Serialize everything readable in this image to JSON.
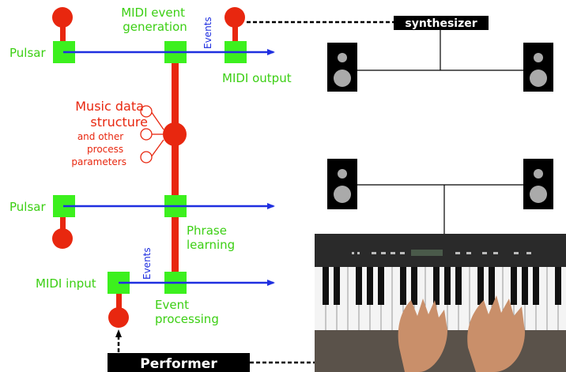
{
  "colors": {
    "node_red": "#e8270f",
    "node_green": "#3cf01e",
    "arrow_blue": "#1f2fe0",
    "label_green": "#3ccf14",
    "label_red": "#e8270f",
    "dark": "#000000"
  },
  "labels": {
    "pulsar_top": "Pulsar",
    "pulsar_mid": "Pulsar",
    "midi_event_line1": "MIDI event",
    "midi_event_line2": "generation",
    "events_top": "Events",
    "midi_output": "MIDI output",
    "music_line1": "Music data",
    "music_line2": "structure",
    "params_line1": "and other",
    "params_line2": "process",
    "params_line3": "parameters",
    "phrase_line1": "Phrase",
    "phrase_line2": "learning",
    "midi_input": "MIDI input",
    "events_bottom": "Events",
    "event_proc_line1": "Event",
    "event_proc_line2": "processing",
    "synthesizer": "synthesizer",
    "performer": "Performer"
  },
  "icons": {
    "speakers": [
      "speaker-icon",
      "speaker-icon",
      "speaker-icon",
      "speaker-icon"
    ],
    "keyboard": "keyboard-photo"
  }
}
